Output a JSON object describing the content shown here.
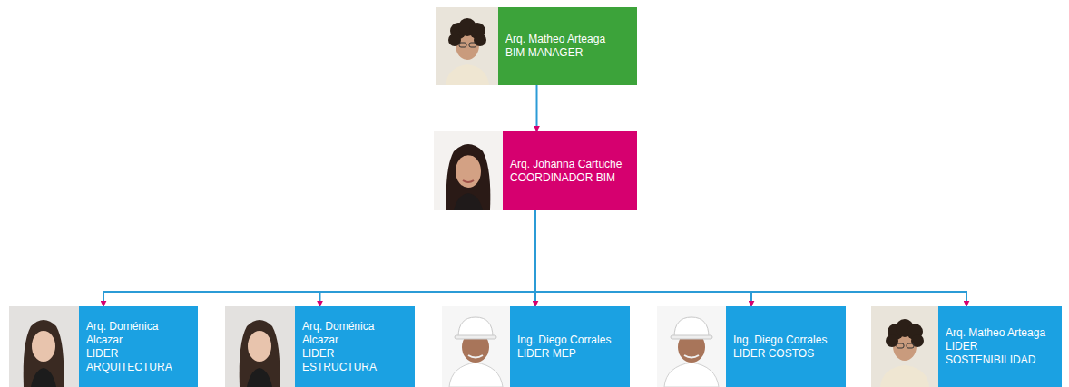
{
  "diagram": {
    "nodes": [
      {
        "text": [
          "Arq. Matheo Arteaga",
          "BIM MANAGER"
        ]
      },
      {
        "text": [
          "Arq. Johanna Cartuche",
          "COORDINADOR BIM"
        ]
      },
      {
        "text": [
          "Arq. Doménica Alcazar",
          "LIDER ARQUITECTURA"
        ]
      },
      {
        "text": [
          "Arq. Doménica Alcazar",
          "LIDER ESTRUCTURA"
        ]
      },
      {
        "text": [
          "Ing. Diego Corrales",
          "LIDER MEP"
        ]
      },
      {
        "text": [
          "Ing. Diego Corrales",
          "LIDER COSTOS"
        ]
      },
      {
        "text": [
          "Arq. Matheo Arteaga",
          "LIDER SOSTENIBILIDAD"
        ]
      }
    ],
    "edges": [
      {
        "from": 0,
        "to": 1,
        "arrow": "to"
      },
      {
        "from": 1,
        "to": 2,
        "arrow": "to"
      },
      {
        "from": 1,
        "to": 3,
        "arrow": "to"
      },
      {
        "from": 1,
        "to": 4,
        "arrow": "to"
      },
      {
        "from": 1,
        "to": 5,
        "arrow": "to"
      },
      {
        "from": 1,
        "to": 6,
        "arrow": "to"
      }
    ]
  }
}
